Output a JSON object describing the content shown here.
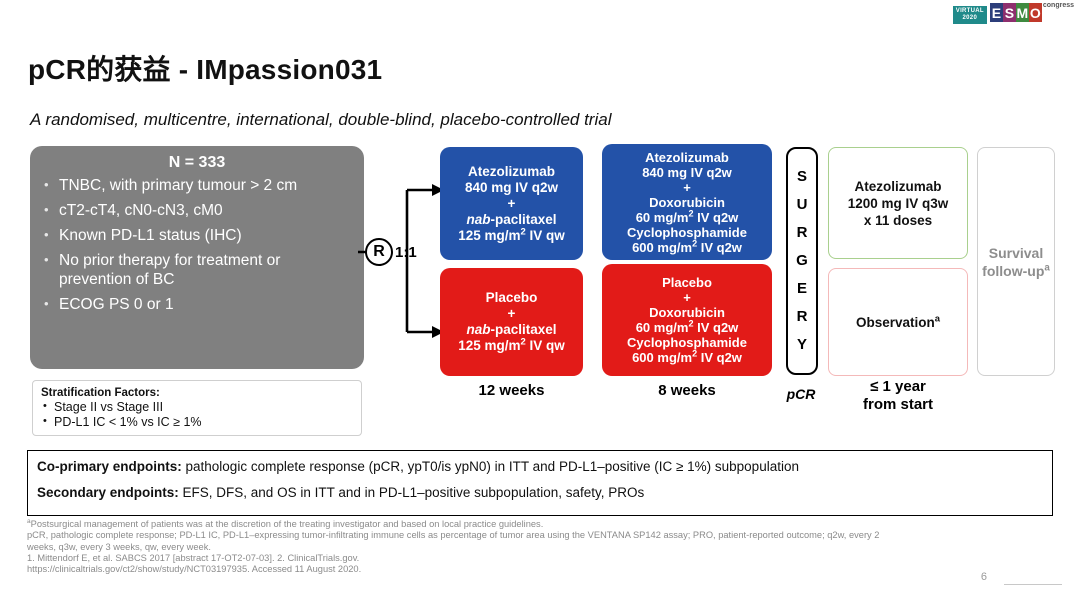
{
  "logo": {
    "virtual_line1": "VIRTUAL",
    "virtual_line2": "2020",
    "e": "E",
    "s": "S",
    "m": "M",
    "o": "O",
    "congress": "congress"
  },
  "header": {
    "title": "pCR的获益 - IMpassion031",
    "subtitle": "A randomised, multicentre, international, double-blind, placebo-controlled trial"
  },
  "population": {
    "n_label": "N = 333",
    "criteria": [
      "TNBC, with primary tumour > 2 cm",
      "cT2-cT4, cN0-cN3, cM0",
      "Known PD-L1 status (IHC)",
      "No prior therapy for treatment or prevention of BC",
      "ECOG PS 0 or 1"
    ]
  },
  "stratification": {
    "title": "Stratification Factors:",
    "items": [
      "Stage II vs Stage III",
      "PD-L1 IC < 1% vs IC ≥ 1%"
    ]
  },
  "randomisation": {
    "symbol": "R",
    "ratio": "1:1"
  },
  "arms": {
    "a1": {
      "color": "#2352a8",
      "lines": [
        "Atezolizumab",
        "840 mg IV q2w",
        "+",
        "nab-paclitaxel",
        "125 mg/m² IV qw"
      ]
    },
    "a2": {
      "color": "#e21b18",
      "lines": [
        "Placebo",
        "+",
        "nab-paclitaxel",
        "125 mg/m² IV qw"
      ]
    },
    "b1": {
      "color": "#2352a8",
      "lines": [
        "Atezolizumab",
        "840 mg IV q2w",
        "+",
        "Doxorubicin",
        "60 mg/m² IV q2w",
        "Cyclophosphamide",
        "600 mg/m² IV q2w"
      ]
    },
    "b2": {
      "color": "#e21b18",
      "lines": [
        "Placebo",
        "+",
        "Doxorubicin",
        "60 mg/m² IV q2w",
        "Cyclophosphamide",
        "600 mg/m² IV q2w"
      ]
    }
  },
  "surgery": {
    "letters": [
      "S",
      "U",
      "R",
      "G",
      "E",
      "R",
      "Y"
    ]
  },
  "post_surgery": {
    "atezolizumab": {
      "border_color": "#a9d08e",
      "lines": [
        "Atezolizumab",
        "1200 mg IV q3w",
        "x 11 doses"
      ]
    },
    "observation": {
      "border_color": "#f4b9b9",
      "label": "Observation",
      "footnote_marker": "a"
    },
    "survival": {
      "border_color": "#d0d0d0",
      "line1": "Survival",
      "line2": "follow-up",
      "footnote_marker": "a"
    }
  },
  "timeline": {
    "twelve_weeks": "12 weeks",
    "eight_weeks": "8 weeks",
    "pcr": "pCR",
    "one_year_l1": "≤ 1 year",
    "one_year_l2": "from start"
  },
  "endpoints": {
    "coprimary_label": "Co-primary endpoints:",
    "coprimary_text": " pathologic complete response (pCR, ypT0/is ypN0) in ITT and PD-L1–positive (IC ≥ 1%) subpopulation",
    "secondary_label": "Secondary endpoints:",
    "secondary_text": " EFS, DFS, and OS in ITT and in PD-L1–positive subpopulation, safety, PROs"
  },
  "footnotes": {
    "line1": "Postsurgical management of patients was at the discretion of the treating investigator and based on local practice guidelines.",
    "line1_marker": "a",
    "line2": "pCR, pathologic complete response; PD-L1 IC, PD-L1–expressing tumor-infiltrating immune cells as percentage of tumor area using the VENTANA SP142 assay; PRO, patient-reported outcome; q2w, every 2",
    "line3": "weeks, q3w, every 3 weeks, qw, every week.",
    "line4": "1. Mittendorf E, et al. SABCS 2017 [abstract 17-OT2-07-03]. 2. ClinicalTrials.gov.",
    "line5": "https://clinicaltrials.gov/ct2/show/study/NCT03197935. Accessed 11 August 2020."
  },
  "page_number": "6"
}
